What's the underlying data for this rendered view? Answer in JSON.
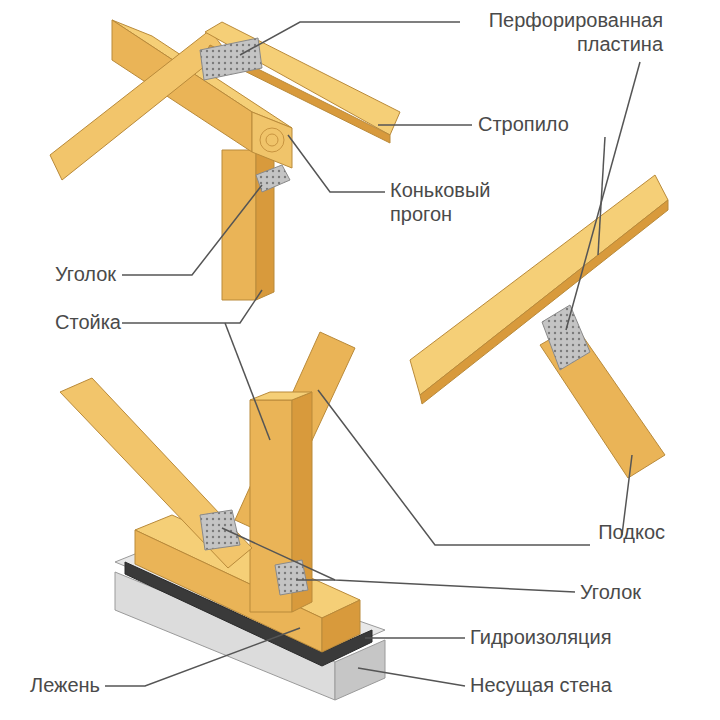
{
  "diagram": {
    "labels": [
      "Перфорированная пластина",
      "Стропило",
      "Коньковый прогон",
      "Уголок",
      "Стойка",
      "Подкос",
      "Уголок",
      "Гидроизоляция",
      "Лежень",
      "Несущая стена"
    ]
  }
}
